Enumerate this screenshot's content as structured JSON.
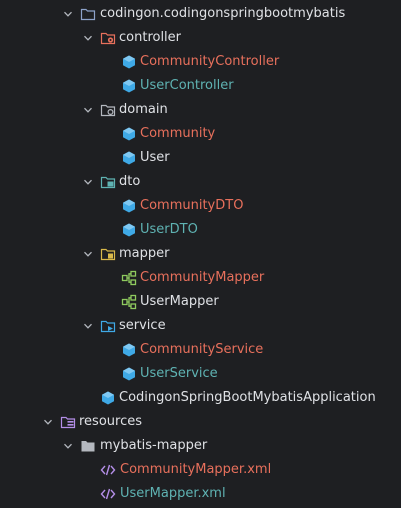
{
  "tree": {
    "root_package": "codingon.codingonspringbootmybatis",
    "controller": {
      "label": "controller",
      "items": [
        "CommunityController",
        "UserController"
      ]
    },
    "domain": {
      "label": "domain",
      "items": [
        "Community",
        "User"
      ]
    },
    "dto": {
      "label": "dto",
      "items": [
        "CommunityDTO",
        "UserDTO"
      ]
    },
    "mapper": {
      "label": "mapper",
      "items": [
        "CommunityMapper",
        "UserMapper"
      ]
    },
    "service": {
      "label": "service",
      "items": [
        "CommunityService",
        "UserService"
      ]
    },
    "app_class": "CodingonSpringBootMybatisApplication",
    "resources": {
      "label": "resources",
      "folder": "mybatis-mapper",
      "files": [
        "CommunityMapper.xml",
        "UserMapper.xml"
      ]
    }
  },
  "colors": {
    "background": "#1e1f22",
    "text": "#dfe1e5",
    "modified": "#e8705c",
    "added": "#5fb3b3",
    "class_icon": "#3fa9e6",
    "interface_icon": "#8fcb5f",
    "xml_icon": "#b48ee8",
    "folder_outline": "#8da2c9"
  }
}
